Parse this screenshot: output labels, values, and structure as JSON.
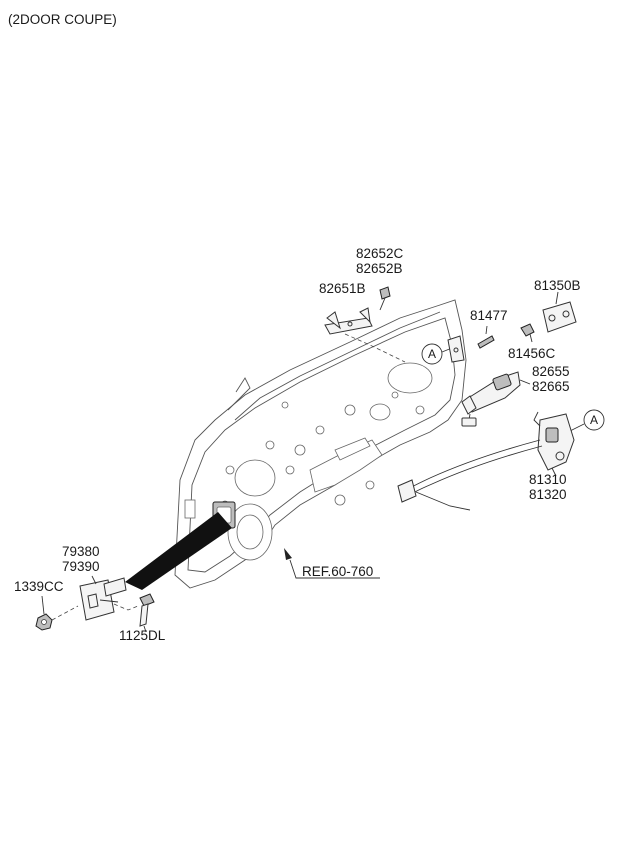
{
  "header": {
    "title": "(2DOOR COUPE)"
  },
  "labels": {
    "p82652C": "82652C",
    "p82652B": "82652B",
    "p82651B": "82651B",
    "p81350B": "81350B",
    "p81477": "81477",
    "p81456C": "81456C",
    "p82655": "82655",
    "p82665": "82665",
    "p81310": "81310",
    "p81320": "81320",
    "p79380": "79380",
    "p79390": "79390",
    "p1339CC": "1339CC",
    "p1125DL": "1125DL",
    "ref": "REF.60-760"
  },
  "callouts": {
    "a1": "A",
    "a2": "A"
  }
}
